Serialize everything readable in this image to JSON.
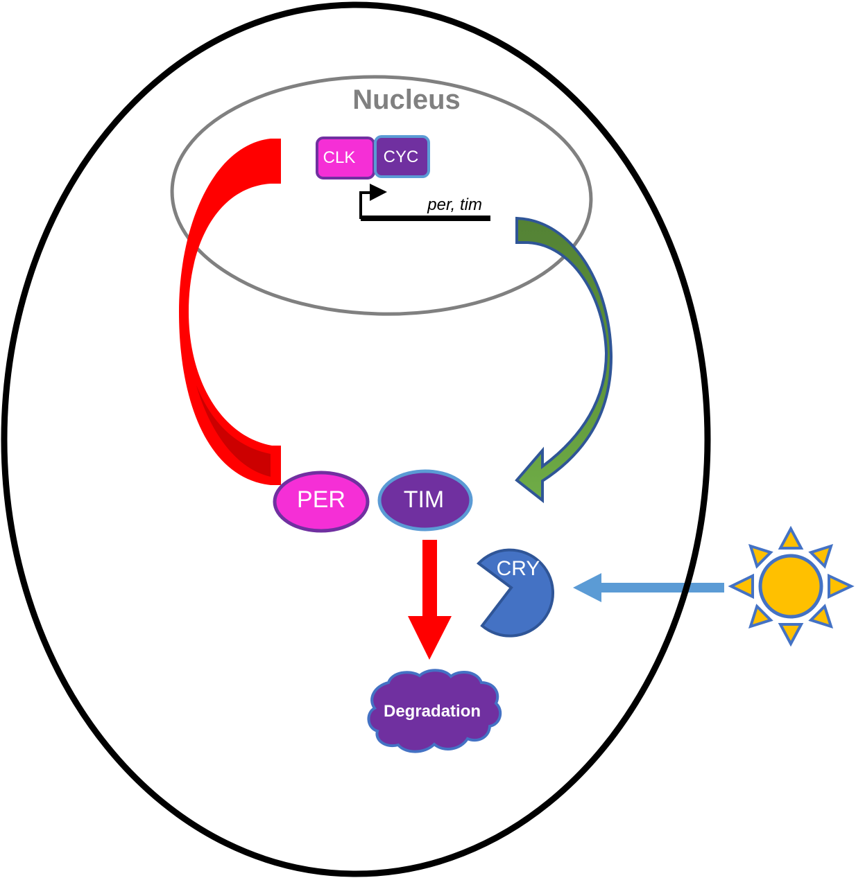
{
  "diagram": {
    "title": "Drosophila circadian clock feedback loop",
    "compartments": {
      "cell": {
        "label": ""
      },
      "nucleus": {
        "label": "Nucleus",
        "color": "#808080"
      }
    },
    "proteins": {
      "clk": {
        "label": "CLK",
        "fill": "#f52fd6",
        "stroke": "#7030a0"
      },
      "cyc": {
        "label": "CYC",
        "fill": "#7030a0",
        "stroke": "#5b9bd5"
      },
      "per": {
        "label": "PER",
        "fill": "#f52fd6",
        "stroke": "#7030a0"
      },
      "tim": {
        "label": "TIM",
        "fill": "#7030a0",
        "stroke": "#5b9bd5"
      },
      "cry": {
        "label": "CRY",
        "fill": "#4472c4",
        "stroke": "#2f5597"
      }
    },
    "genes": {
      "label": "per, tim"
    },
    "degradation": {
      "label": "Degradation",
      "fill": "#7030a0",
      "stroke": "#4472c4"
    },
    "arrows": {
      "repression": {
        "meaning": "PER/TIM inhibit CLK/CYC",
        "color": "#ff0000",
        "shade": "#cc0000"
      },
      "transcription": {
        "meaning": "per, tim expression produces PER/TIM",
        "color": "#548235",
        "color_end": "#70ad47",
        "stroke": "#2f5597"
      },
      "degradation": {
        "meaning": "TIM degradation",
        "color": "#ff0000"
      },
      "light": {
        "meaning": "Light activates CRY",
        "color": "#5b9bd5"
      }
    },
    "light_source": {
      "icon": "sun-icon",
      "fill": "#ffc000",
      "stroke": "#4472c4"
    }
  }
}
